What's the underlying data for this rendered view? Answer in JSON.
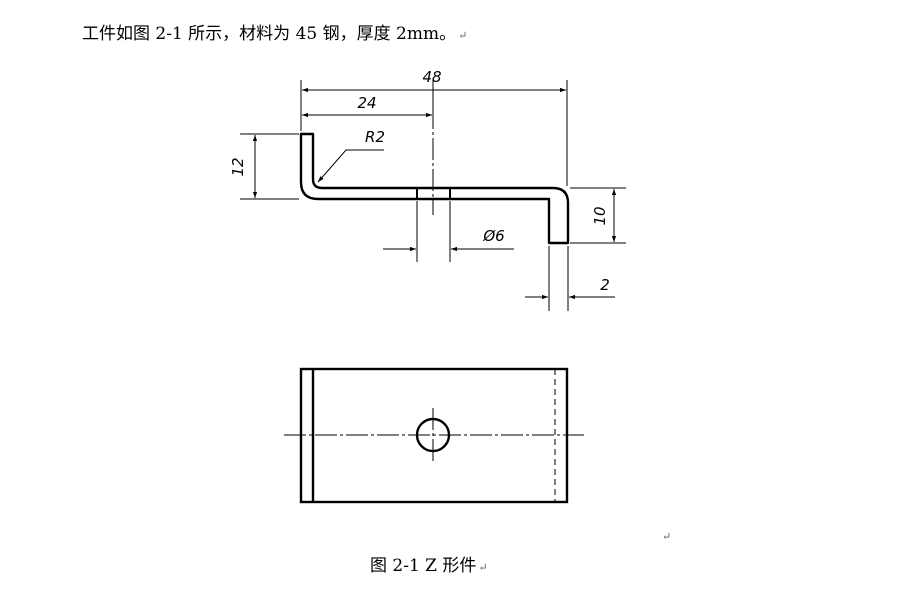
{
  "intro": {
    "text": "工件如图 2-1 所示，材料为 45 钢，厚度 2mm。",
    "mark": "↵"
  },
  "drawing": {
    "dims": {
      "overall": "48",
      "hole_pos": "24",
      "radius": "R2",
      "left_height": "12",
      "right_height": "10",
      "hole_dia": "Ø6",
      "thickness": "2"
    }
  },
  "caption": {
    "text": "图 2-1  Z 形件",
    "mark": "↵"
  },
  "floating_mark": "↵"
}
